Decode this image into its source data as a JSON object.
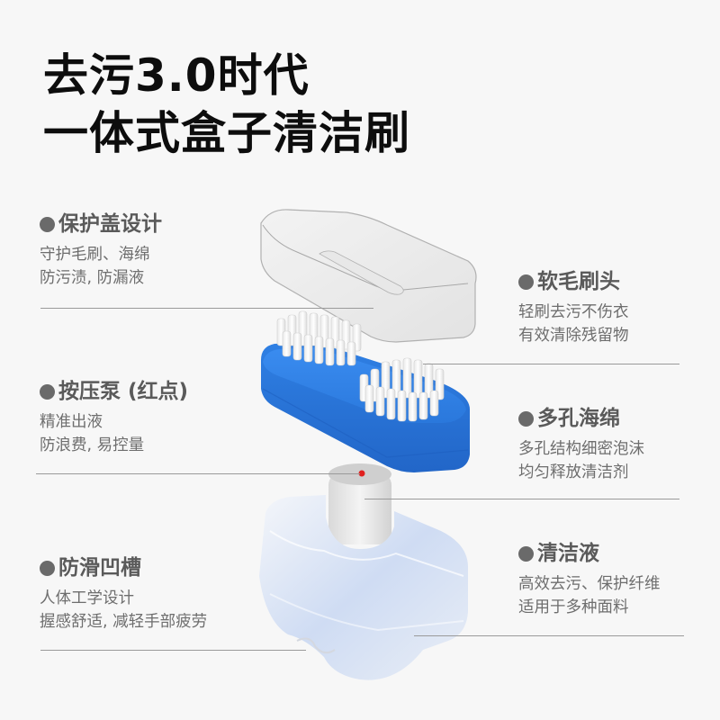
{
  "title": {
    "line1": "去污3.0时代",
    "line2": "一体式盒子清洁刷"
  },
  "features": {
    "left": [
      {
        "heading": "保护盖设计",
        "desc": [
          "守护毛刷、海绵",
          "防污渍, 防漏液"
        ]
      },
      {
        "heading": "按压泵 (红点)",
        "desc": [
          "精准出液",
          "防浪费, 易控量"
        ]
      },
      {
        "heading": "防滑凹槽",
        "desc": [
          "人体工学设计",
          "握感舒适, 减轻手部疲劳"
        ]
      }
    ],
    "right": [
      {
        "heading": "软毛刷头",
        "desc": [
          "轻刷去污不伤衣",
          "有效清除残留物"
        ]
      },
      {
        "heading": "多孔海绵",
        "desc": [
          "多孔结构细密泡沫",
          "均匀释放清洁剂"
        ]
      },
      {
        "heading": "清洁液",
        "desc": [
          "高效去污、保护纤维",
          "适用于多种面料"
        ]
      }
    ]
  },
  "colors": {
    "background": "#f7f7f7",
    "title": "#0d0d0d",
    "heading": "#5a5a5a",
    "desc": "#6e6e6e",
    "brush_blue": "#2f7fe0",
    "pump_red": "#e0201e"
  }
}
